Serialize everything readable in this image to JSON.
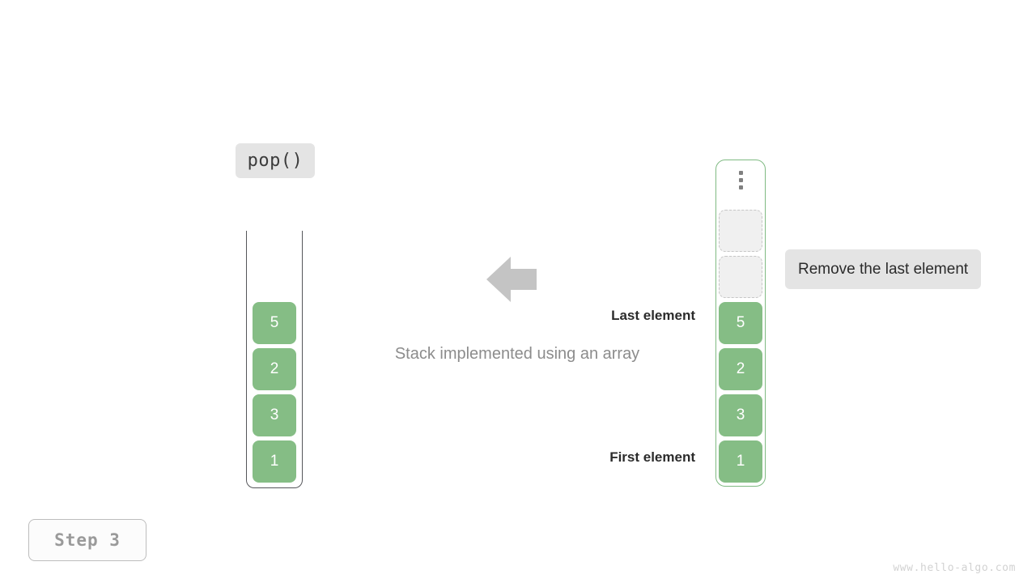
{
  "operation": {
    "label": "pop()"
  },
  "stack": {
    "title": "Stack implemented using an array",
    "cells": [
      {
        "value": "5"
      },
      {
        "value": "2"
      },
      {
        "value": "3"
      },
      {
        "value": "1"
      }
    ]
  },
  "array": {
    "ellipsis_icon": "vertical-ellipsis-icon",
    "empty_slots": 2,
    "cells": [
      {
        "value": "5"
      },
      {
        "value": "2"
      },
      {
        "value": "3"
      },
      {
        "value": "1"
      }
    ]
  },
  "labels": {
    "last_element": "Last element",
    "first_element": "First element"
  },
  "annotation": {
    "text": "Remove the last element"
  },
  "arrow": {
    "icon": "arrow-left-icon",
    "direction": "left",
    "color": "#c4c4c4"
  },
  "footer": {
    "step": "Step 3",
    "watermark": "www.hello-algo.com"
  },
  "colors": {
    "cell_fill": "#85bd85",
    "cell_text": "#ffffff",
    "empty_fill": "#f0f0f0",
    "empty_border": "#c6c6c6",
    "array_border": "#7fba82",
    "stack_border": "#55565a",
    "badge_bg": "#e4e4e4",
    "caption_text": "#8c8c8c"
  }
}
